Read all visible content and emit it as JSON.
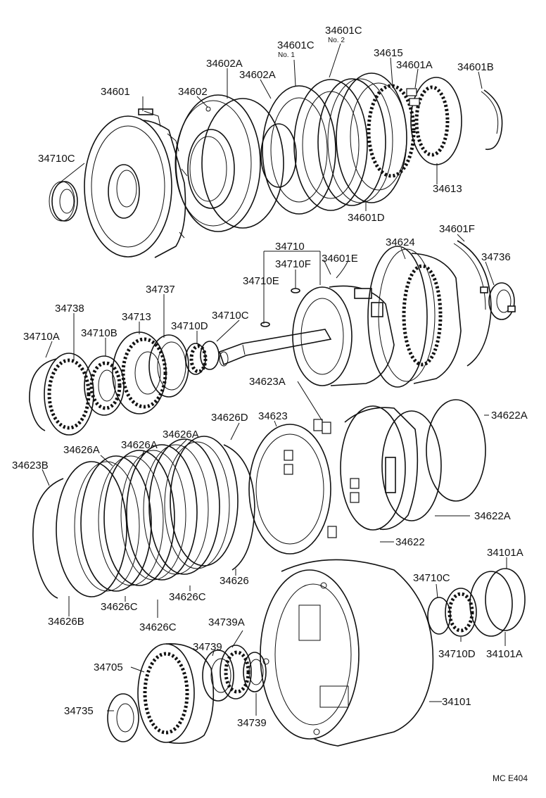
{
  "diagram": {
    "parts": {
      "drum_34601": "34601",
      "piston_34602": "34602",
      "oring_34602a_outer": "34602A",
      "oring_34602a_inner": "34602A",
      "plate_34601c_no1": "34601C",
      "plate_34601c_no2": "34601C",
      "plate_34615": "34615",
      "spring_34601a": "34601A",
      "snapring_34601b": "34601B",
      "springset_34613": "34613",
      "plate_34601d": "34601D",
      "washer_34710c_top": "34710C",
      "bearing_34710": "34710",
      "race_34710f": "34710F",
      "race_34710e": "34710E",
      "carrier_34601e": "34601E",
      "hub_34624": "34624",
      "snapring_34601f": "34601F",
      "washer_34736": "34736",
      "gear_34737": "34737",
      "gear_34738": "34738",
      "gear_34713": "34713",
      "snapring_34710a": "34710A",
      "bearing_34710b": "34710B",
      "race_34710d": "34710D",
      "washer_34710c_mid": "34710C",
      "springs_34623a": "34623A",
      "oring_34622a_top": "34622A",
      "piston_34623": "34623",
      "snapring_34626d": "34626D",
      "disc_34626a_1": "34626A",
      "disc_34626a_2": "34626A",
      "disc_34626a_3": "34626A",
      "oring_34622a_bottom": "34622A",
      "snapring_34623b": "34623B",
      "retainer_34622": "34622",
      "plate_34626": "34626",
      "plate_34626c_1": "34626C",
      "plate_34626c_2": "34626C",
      "plate_34626c_3": "34626C",
      "flange_34626b": "34626B",
      "oring_34101a_top": "34101A",
      "washer_34710c_bottom": "34710C",
      "race_34710d_bottom": "34710D",
      "oring_34101a_bottom": "34101A",
      "bearing_34739a": "34739A",
      "bearing_34739_top": "34739",
      "hub_34705": "34705",
      "washer_34735": "34735",
      "race_34739_bottom": "34739",
      "case_34101": "34101"
    },
    "sub_labels": {
      "no1": "No. 1",
      "no2": "No. 2"
    },
    "code": "MC  E404"
  }
}
